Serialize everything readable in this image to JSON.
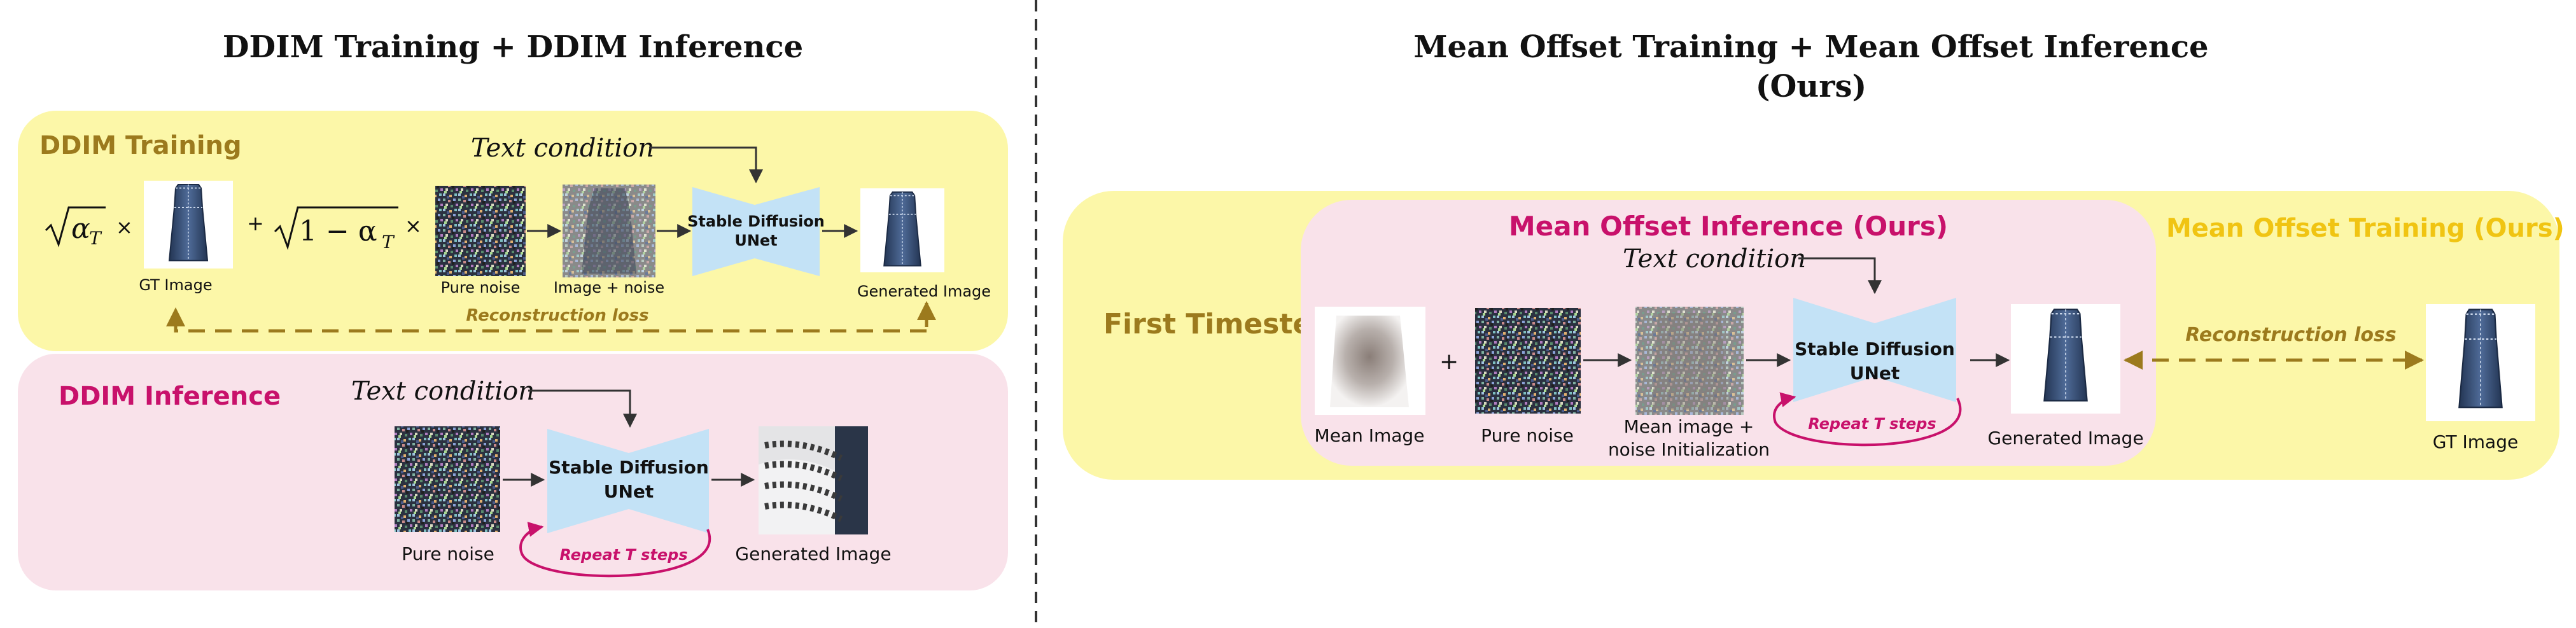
{
  "left_title": "DDIM Training + DDIM Inference",
  "right_title_line1": "Mean Offset Training + Mean Offset Inference",
  "right_title_line2": "(Ours)",
  "ddim_training": {
    "label": "DDIM Training",
    "text_condition": "Text condition",
    "coef1_radicand": "α",
    "coef1_sub": "T",
    "times": "×",
    "plus": "+",
    "coef2_radicand": "1 − α",
    "coef2_sub": "T",
    "gt_label": "GT Image",
    "noise_label": "Pure noise",
    "noisy_label": "Image + noise",
    "unet_line1": "Stable Diffusion",
    "unet_line2": "UNet",
    "generated_label": "Generated Image",
    "loss_label": "Reconstruction loss"
  },
  "ddim_inference": {
    "label": "DDIM Inference",
    "text_condition": "Text condition",
    "noise_label": "Pure noise",
    "unet_line1": "Stable Diffusion",
    "unet_line2": "UNet",
    "generated_label": "Generated Image",
    "repeat_label": "Repeat T steps"
  },
  "mean_offset": {
    "training_label": "Mean Offset Training (Ours)",
    "inference_label": "Mean Offset Inference (Ours)",
    "first_timestep": "First Timestep",
    "text_condition": "Text condition",
    "mean_label": "Mean Image",
    "plus": "+",
    "noise_label": "Pure noise",
    "init_label_line1": "Mean image +",
    "init_label_line2": "noise Initialization",
    "unet_line1": "Stable Diffusion",
    "unet_line2": "UNet",
    "repeat_label": "Repeat T steps",
    "generated_label": "Generated Image",
    "loss_label": "Reconstruction loss",
    "gt_label": "GT Image"
  },
  "colors": {
    "yellow_panel": "#fcf7a8",
    "pink_panel": "#f9e2ea",
    "unet_blue": "#c3e2f6",
    "olive": "#9c7a1d",
    "magenta": "#c8116b",
    "gold": "#f0c412",
    "arrow": "#333333",
    "dress_dark": "#2c3e5e",
    "dress_mid": "#4d6a96"
  }
}
